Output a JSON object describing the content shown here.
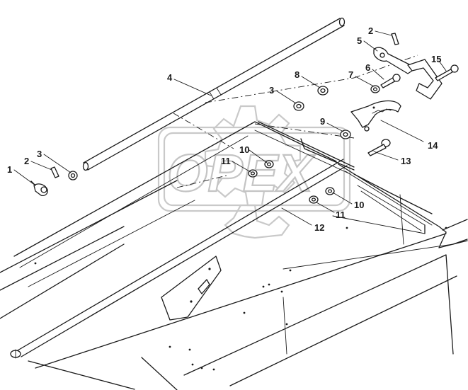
{
  "watermark": {
    "text": "OPEX"
  },
  "callouts": [
    {
      "id": "c1",
      "label": "1"
    },
    {
      "id": "c2a",
      "label": "2"
    },
    {
      "id": "c3a",
      "label": "3"
    },
    {
      "id": "c4",
      "label": "4"
    },
    {
      "id": "c2b",
      "label": "2"
    },
    {
      "id": "c5",
      "label": "5"
    },
    {
      "id": "c8",
      "label": "8"
    },
    {
      "id": "c3b",
      "label": "3"
    },
    {
      "id": "c7",
      "label": "7"
    },
    {
      "id": "c6",
      "label": "6"
    },
    {
      "id": "c15",
      "label": "15"
    },
    {
      "id": "c9",
      "label": "9"
    },
    {
      "id": "c10a",
      "label": "10"
    },
    {
      "id": "c11a",
      "label": "11"
    },
    {
      "id": "c14",
      "label": "14"
    },
    {
      "id": "c13",
      "label": "13"
    },
    {
      "id": "c11b",
      "label": "11"
    },
    {
      "id": "c10b",
      "label": "10"
    },
    {
      "id": "c12",
      "label": "12"
    }
  ]
}
